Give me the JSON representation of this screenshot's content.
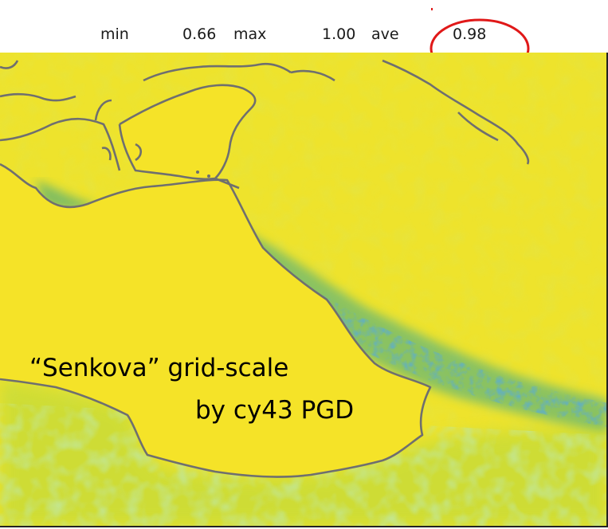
{
  "stats": {
    "min_label": "min",
    "min_value": "0.66",
    "max_label": "max",
    "max_value": "1.00",
    "ave_label": "ave",
    "ave_value": "0.98"
  },
  "annotation": {
    "line1": "“Senkova” grid-scale",
    "line2": "by cy43 PGD"
  },
  "colors": {
    "sea": "#f5e328",
    "land_base": "#eee32c",
    "land_green": "#b5d83e",
    "mountain_teal": "#2aa08a",
    "mountain_dark": "#1f6d8a",
    "coastline": "#6f6f6f",
    "highlight": "#e01818"
  }
}
